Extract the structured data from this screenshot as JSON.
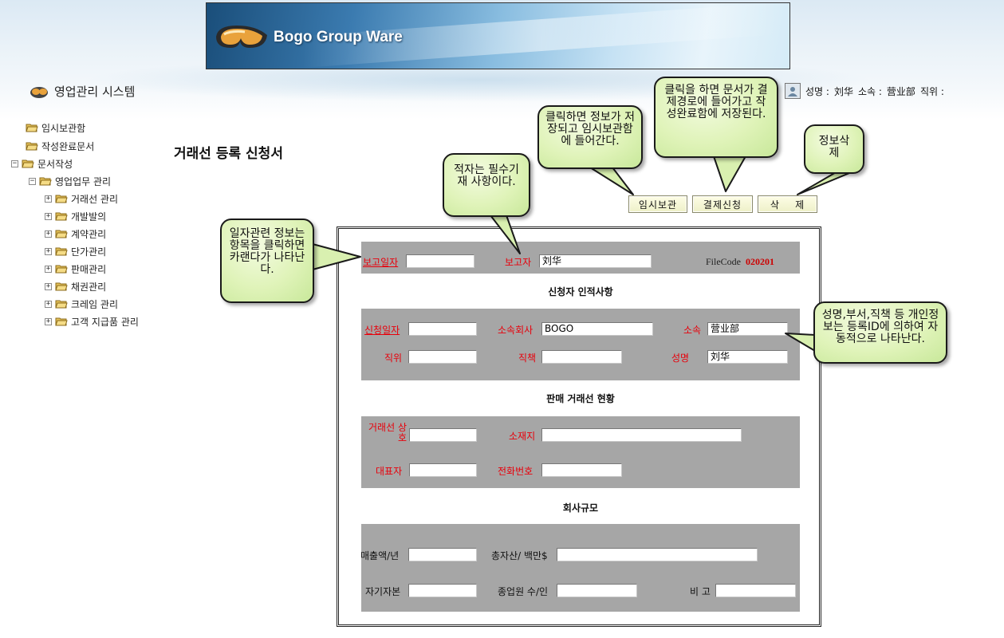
{
  "banner": {
    "title": "Bogo Group Ware"
  },
  "system": {
    "title": "영업관리 시스템"
  },
  "user": {
    "name_label": "성명 :",
    "name": "刘华",
    "dept_label": "소속 :",
    "dept": "营业部",
    "position_label": "직위 :"
  },
  "tree": {
    "items": [
      {
        "label": "임시보관함"
      },
      {
        "label": "작성완료문서"
      },
      {
        "label": "문서작성",
        "expander": "−"
      },
      {
        "label": "영업업무 관리",
        "expander": "−"
      },
      {
        "label": "거래선 관리",
        "expander": "+"
      },
      {
        "label": "개발발의",
        "expander": "+"
      },
      {
        "label": "계약관리",
        "expander": "+"
      },
      {
        "label": "단가관리",
        "expander": "+"
      },
      {
        "label": "판매관리",
        "expander": "+"
      },
      {
        "label": "채권관리",
        "expander": "+"
      },
      {
        "label": "크레임 관리",
        "expander": "+"
      },
      {
        "label": "고객 지급품 관리",
        "expander": "+"
      }
    ]
  },
  "page": {
    "title": "거래선 등록 신청서"
  },
  "toolbar": {
    "temp_save": "임시보관",
    "approval": "결제신청",
    "delete": "삭    제"
  },
  "form": {
    "report_date_label": "보고일자",
    "report_date": "",
    "reporter_label": "보고자",
    "reporter": "刘华",
    "filecode_label": "FileCode",
    "filecode": "020201",
    "applicant_section": "신청자 인적사항",
    "apply_date_label": "신청일자",
    "apply_date": "",
    "company_label": "소속회사",
    "company": "BOGO",
    "dept_label": "소속",
    "dept": "营业部",
    "position_label": "직위",
    "position": "",
    "duty_label": "직책",
    "duty": "",
    "name_label": "성명",
    "name": "刘华",
    "vendor_section": "판매 거래선 현황",
    "vendor_name_label_1": "거래선 상",
    "vendor_name_label_2": "호",
    "vendor_name": "",
    "address_label": "소재지",
    "address": "",
    "ceo_label": "대표자",
    "ceo": "",
    "phone_label": "전화번호",
    "phone": "",
    "scale_section": "회사규모",
    "sales_label": "매출액/년",
    "sales": "",
    "assets_label": "총자산/ 백만$",
    "assets": "",
    "equity_label": "자기자본",
    "equity": "",
    "employees_label": "종업원 수/인",
    "employees": "",
    "remarks_label": "비 고",
    "remarks": ""
  },
  "callouts": {
    "date": "일자관련 정보는 항목을 클릭하면 카랜다가 나타난다.",
    "required": "적자는 필수기재 사항이다.",
    "temp_save": "클릭하면 정보가 저장되고 임시보관함에 들어간다.",
    "approval": "클릭을 하면 문서가 결제경로에 들어가고 작성완료함에 저장된다.",
    "delete": "정보삭제",
    "auto": "성명,부서,직책 등 개인정보는 등록ID에 의하여 자동적으로 나타난다."
  }
}
